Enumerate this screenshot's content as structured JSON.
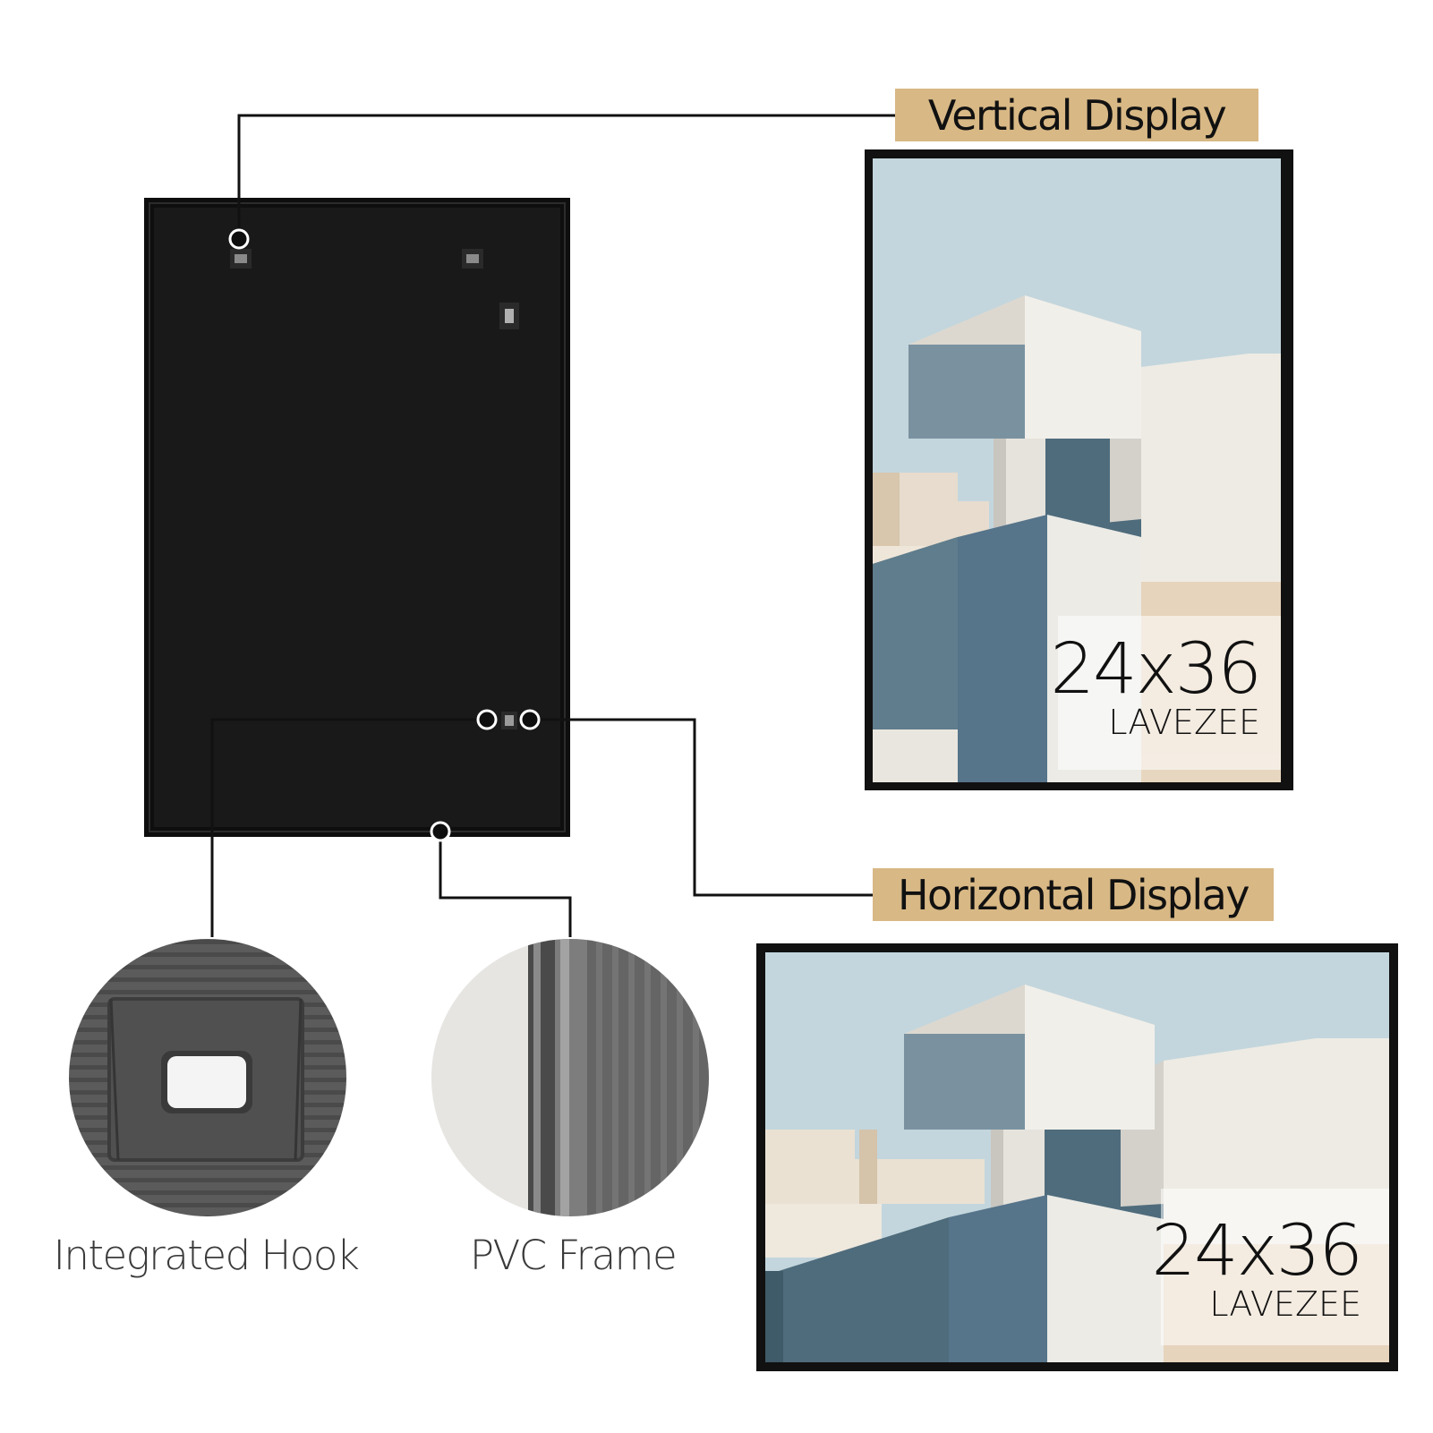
{
  "colors": {
    "tag_background": "#d8b885",
    "frame": "#121212",
    "sky": "#c3d6dd",
    "slate": "#5a7685",
    "concrete": "#e9e6df",
    "sand": "#e4d3bd"
  },
  "tags": {
    "vertical": "Vertical Display",
    "horizontal": "Horizontal Display"
  },
  "posters": {
    "vertical": {
      "size": "24x36",
      "brand": "LAVEZEE"
    },
    "horizontal": {
      "size": "24x36",
      "brand": "LAVEZEE"
    }
  },
  "details": {
    "hook": "Integrated Hook",
    "pvc": "PVC Frame"
  }
}
